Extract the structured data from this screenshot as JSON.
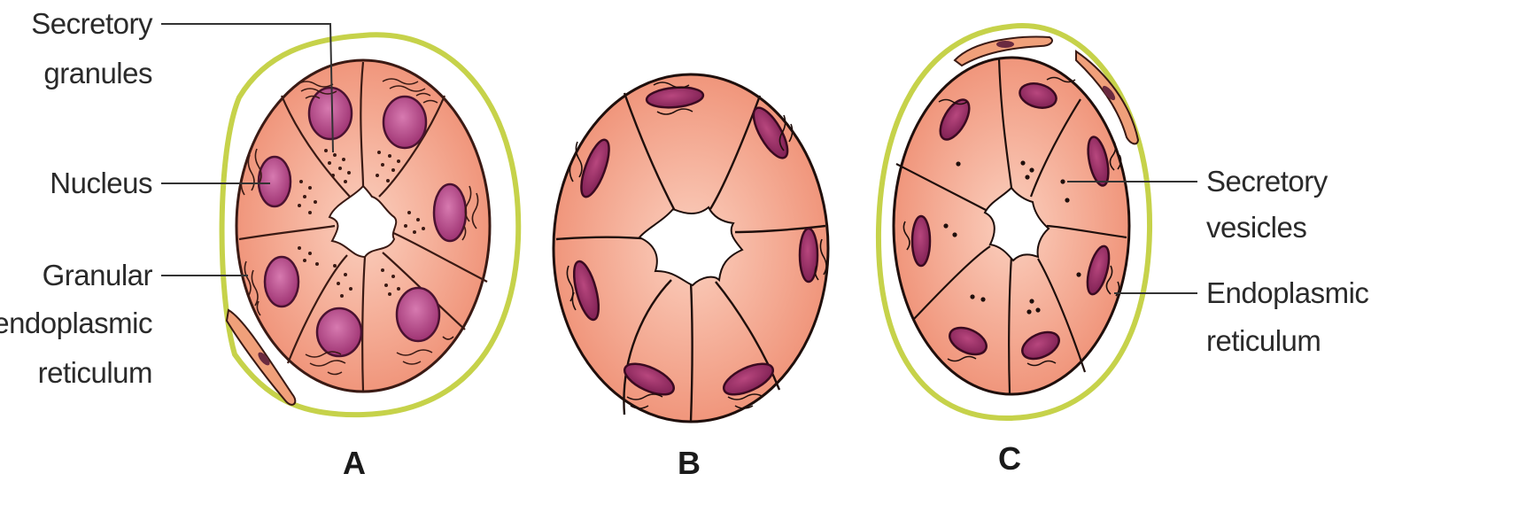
{
  "figure": {
    "panels": [
      {
        "id": "A",
        "label": "A"
      },
      {
        "id": "B",
        "label": "B"
      },
      {
        "id": "C",
        "label": "C"
      }
    ],
    "left_labels": {
      "secretory_granules": [
        "Secretory",
        "granules"
      ],
      "nucleus": [
        "Nucleus"
      ],
      "granular_er": [
        "Granular",
        "endoplasmic",
        "reticulum"
      ]
    },
    "right_labels": {
      "secretory_vesicles": [
        "Secretory",
        "vesicles"
      ],
      "endoplasmic_reticulum": [
        "Endoplasmic",
        "reticulum"
      ]
    },
    "colors": {
      "cell_fill": "#f29a80",
      "cell_edge": "#3a1a14",
      "nucleus_fill": "#b8468a",
      "basement_membrane": "#c6d24a",
      "leader_line": "#333333"
    }
  }
}
